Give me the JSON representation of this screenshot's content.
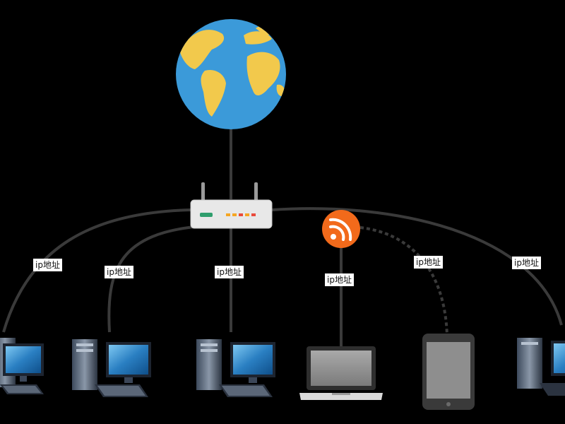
{
  "labels": {
    "left_pc": "ip地址",
    "left_pc2": "ip地址",
    "center_pc": "ip地址",
    "laptop": "ip地址",
    "tablet": "ip地址",
    "right_pc": "ip地址"
  },
  "nodes": [
    {
      "id": "internet",
      "icon": "globe-icon"
    },
    {
      "id": "router",
      "icon": "router-icon"
    },
    {
      "id": "wireless",
      "icon": "rss-wifi-icon"
    },
    {
      "id": "desktop-1",
      "icon": "desktop-pc-icon"
    },
    {
      "id": "desktop-2",
      "icon": "desktop-pc-icon"
    },
    {
      "id": "desktop-3",
      "icon": "desktop-pc-icon"
    },
    {
      "id": "laptop",
      "icon": "laptop-icon"
    },
    {
      "id": "tablet",
      "icon": "tablet-icon"
    },
    {
      "id": "desktop-4",
      "icon": "desktop-pc-icon"
    }
  ],
  "edges": [
    {
      "from": "internet",
      "to": "router",
      "style": "solid"
    },
    {
      "from": "router",
      "to": "desktop-1",
      "style": "solid"
    },
    {
      "from": "router",
      "to": "desktop-2",
      "style": "solid"
    },
    {
      "from": "router",
      "to": "desktop-3",
      "style": "solid"
    },
    {
      "from": "router",
      "to": "desktop-4",
      "style": "solid"
    },
    {
      "from": "wireless",
      "to": "laptop",
      "style": "solid"
    },
    {
      "from": "wireless",
      "to": "tablet",
      "style": "dashed"
    }
  ],
  "colors": {
    "background": "#000000",
    "line": "#3a3a3a",
    "ocean": "#3b9ad9",
    "land": "#f2c94c",
    "rss": "#f26a1b",
    "router": "#e8e8e8"
  }
}
